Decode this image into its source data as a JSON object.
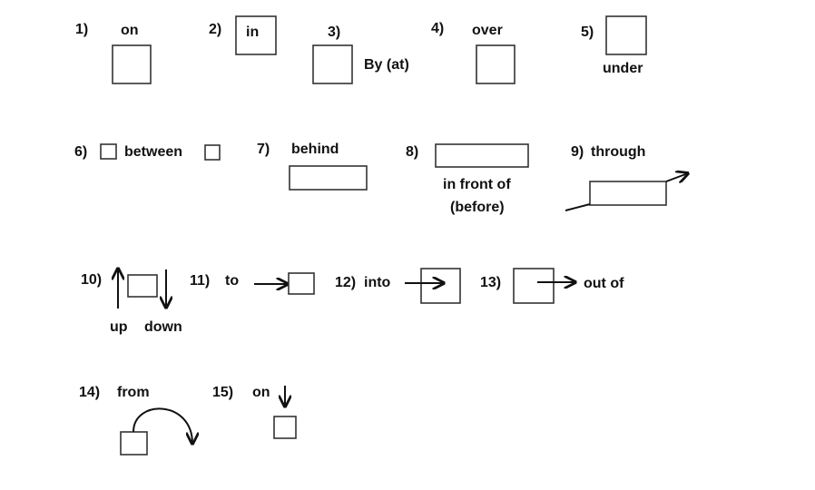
{
  "items": [
    {
      "number": "1)",
      "label": "on"
    },
    {
      "number": "2)",
      "label": "in"
    },
    {
      "number": "3)",
      "label": "By (at)"
    },
    {
      "number": "4)",
      "label": "over"
    },
    {
      "number": "5)",
      "label": "under"
    },
    {
      "number": "6)",
      "label": "between"
    },
    {
      "number": "7)",
      "label": "behind"
    },
    {
      "number": "8)",
      "label": "in front of",
      "label2": "(before)"
    },
    {
      "number": "9)",
      "label": "through"
    },
    {
      "number": "10)",
      "label": "up",
      "label2": "down"
    },
    {
      "number": "11)",
      "label": "to"
    },
    {
      "number": "12)",
      "label": "into"
    },
    {
      "number": "13)",
      "label": "out of"
    },
    {
      "number": "14)",
      "label": "from"
    },
    {
      "number": "15)",
      "label": "on"
    }
  ]
}
